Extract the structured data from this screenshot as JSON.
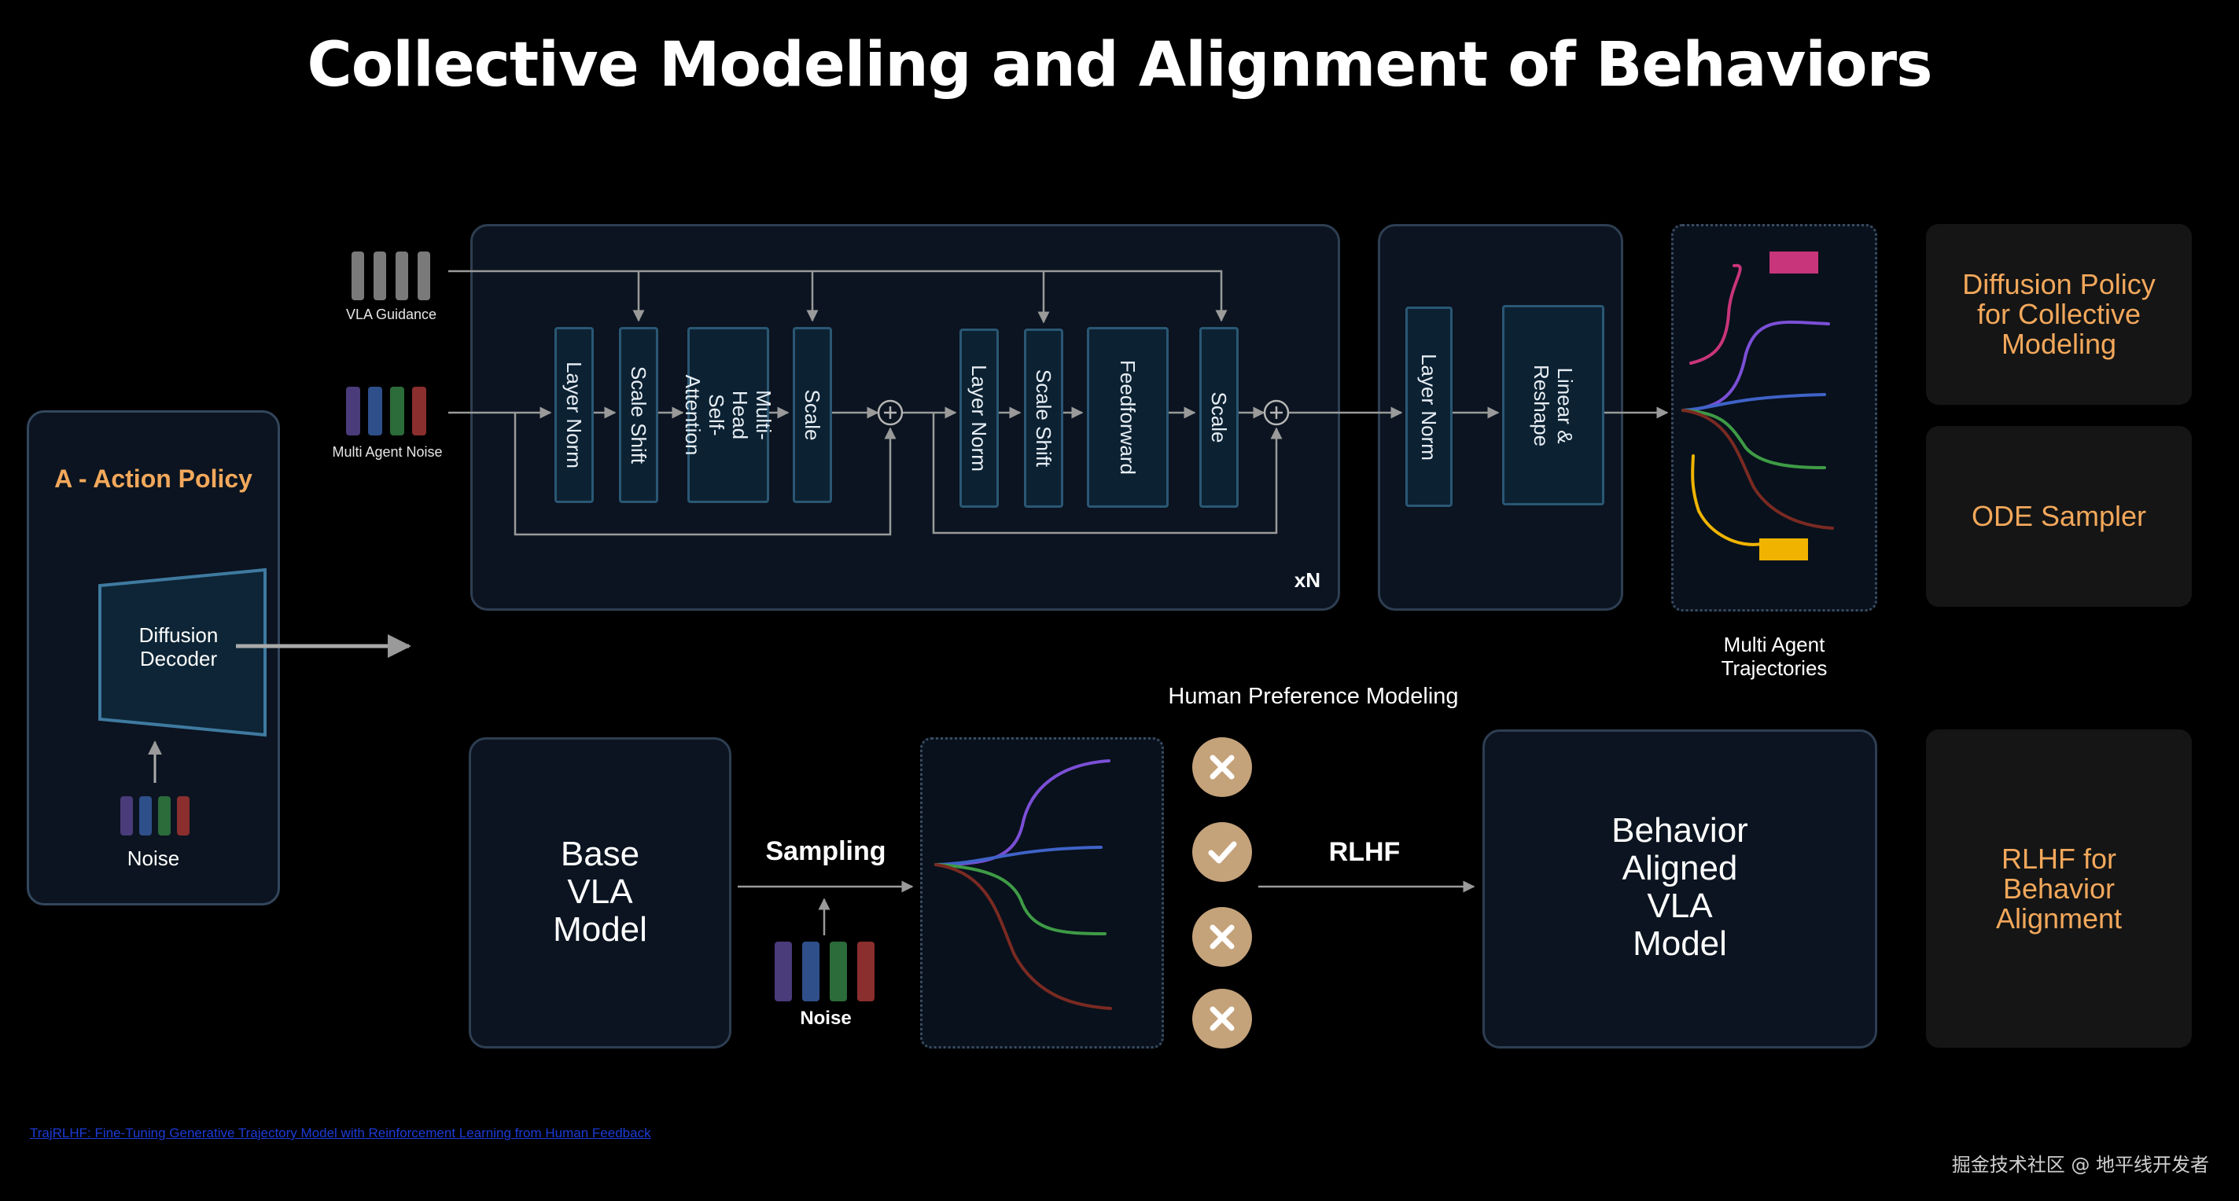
{
  "title": "Collective Modeling and Alignment of Behaviors",
  "inputs": {
    "guidance_label": "VLA Guidance",
    "noise_label": "Multi Agent Noise"
  },
  "action_policy": {
    "title": "A - Action Policy",
    "decoder_label": "Diffusion\nDecoder",
    "noise_label": "Noise"
  },
  "transformer": {
    "blocks": [
      "Layer Norm",
      "Scale Shift",
      "Multi-Head Self-\nAttention",
      "Scale",
      "Layer Norm",
      "Scale Shift",
      "Feedforward",
      "Scale"
    ],
    "repeat_label": "xN"
  },
  "output_head": {
    "blocks": [
      "Layer Norm",
      "Linear &\nReshape"
    ]
  },
  "trajectories_label": "Multi Agent\nTrajectories",
  "side_labels": {
    "diffusion": "Diffusion Policy\nfor Collective\nModeling",
    "ode": "ODE Sampler",
    "rlhf": "RLHF for\nBehavior\nAlignment"
  },
  "bottom": {
    "base_model": "Base\nVLA\nModel",
    "sampling_label": "Sampling",
    "noise_label": "Noise",
    "preference_label": "Human Preference Modeling",
    "rlhf_label": "RLHF",
    "aligned_model": "Behavior\nAligned\nVLA\nModel",
    "preferences": [
      "reject",
      "accept",
      "reject",
      "reject"
    ]
  },
  "colors": {
    "accent": "#f3a85b",
    "traj_purple": "#7b4fd6",
    "traj_blue": "#3f63c8",
    "traj_green": "#3f9b46",
    "traj_red": "#7a2a22",
    "traj_pink": "#c8357a",
    "traj_yellow": "#f0b400",
    "token_purple": "#4a3b7a",
    "token_blue": "#2f4f8a",
    "token_green": "#2c6b3a",
    "token_red": "#8a2e2e",
    "gray": "#7a7a7a",
    "badge": "#c4a27a"
  },
  "footnote": "TrajRLHF: Fine-Tuning Generative Trajectory Model with Reinforcement Learning from Human Feedback",
  "credit": "掘金技术社区 @ 地平线开发者"
}
